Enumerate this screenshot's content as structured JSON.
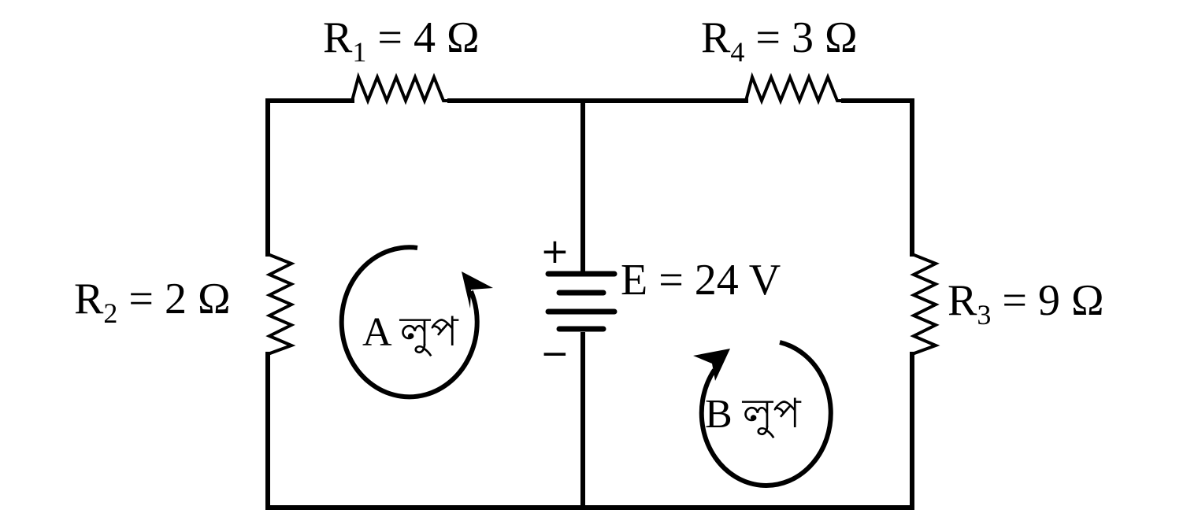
{
  "diagram": {
    "type": "circuit",
    "components": {
      "R1": {
        "symbol": "R",
        "subscript": "1",
        "value": "4",
        "unit": "Ω"
      },
      "R2": {
        "symbol": "R",
        "subscript": "2",
        "value": "2",
        "unit": "Ω"
      },
      "R3": {
        "symbol": "R",
        "subscript": "3",
        "value": "9",
        "unit": "Ω"
      },
      "R4": {
        "symbol": "R",
        "subscript": "4",
        "value": "3",
        "unit": "Ω"
      },
      "E": {
        "symbol": "E",
        "value": "24",
        "unit": "V",
        "plus": "+",
        "minus": "−"
      }
    },
    "labels": {
      "R1_eq": " = 4 Ω",
      "R2_eq": " = 2 Ω",
      "R3_eq": " = 9 Ω",
      "R4_eq": " = 3 Ω",
      "E_label": "E = 24 V"
    },
    "loops": [
      {
        "name": "A লুপ",
        "direction": "clockwise"
      },
      {
        "name": "B লুপ",
        "direction": "clockwise"
      }
    ]
  }
}
